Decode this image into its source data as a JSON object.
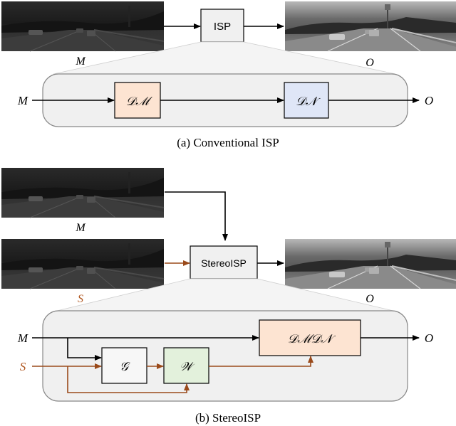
{
  "panel_a": {
    "caption": "(a) Conventional ISP",
    "input_label": "M",
    "output_label": "O",
    "isp_label": "ISP",
    "row_in_label": "M",
    "row_out_label": "O",
    "block1_label": "𝒟ℳ",
    "block2_label": "𝒟𝒩"
  },
  "panel_b": {
    "caption": "(b) StereoISP",
    "input_m_label": "M",
    "input_s_label": "S",
    "output_label": "O",
    "stereoisp_label": "StereoISP",
    "row_m_label": "M",
    "row_s_label": "S",
    "row_out_label": "O",
    "g_label": "𝒢",
    "w_label": "𝒲",
    "d_label": "𝒟ℳ𝒟𝒩"
  },
  "colors": {
    "dm_fill": "#fde4d2",
    "dn_fill": "#dfe6f7",
    "w_fill": "#e3f1dc",
    "dmdn_fill": "#fde4d2",
    "container_fill": "#f0f0f0",
    "stereo_arrow": "#9a4a1a",
    "s_label_color": "#b0561e"
  }
}
